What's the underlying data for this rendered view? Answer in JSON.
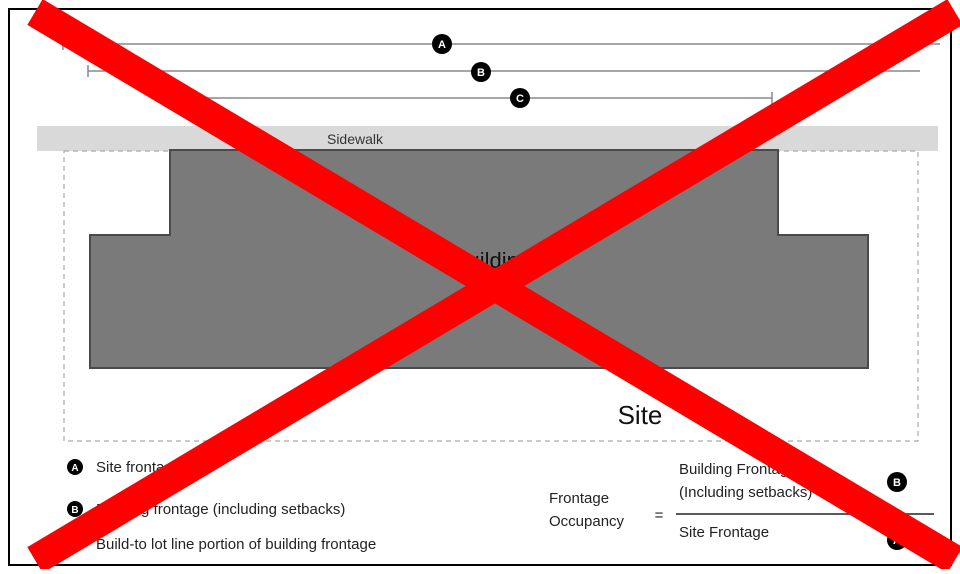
{
  "diagram": {
    "sidewalk_label": "Sidewalk",
    "building_label": "Building",
    "site_label": "Site",
    "markers": {
      "a": "A",
      "b": "B",
      "c": "C"
    }
  },
  "legend": {
    "items": [
      {
        "marker": "A",
        "text": "Site frontage"
      },
      {
        "marker": "B",
        "text": "Building frontage (including setbacks)"
      },
      {
        "marker": "C",
        "text": "Build-to lot line portion of building frontage"
      }
    ]
  },
  "formula": {
    "lhs_line1": "Frontage",
    "lhs_line2": "Occupancy",
    "equals": "=",
    "numerator_line1": "Building Frontage",
    "numerator_line2": "(Including setbacks)",
    "denominator": "Site Frontage",
    "numerator_marker": "B",
    "denominator_marker": "A"
  },
  "colors": {
    "building": "#7a7a7a",
    "sidewalk": "#d9d9d9",
    "cross": "#ff0000",
    "marker": "#000000",
    "line": "#888888"
  }
}
